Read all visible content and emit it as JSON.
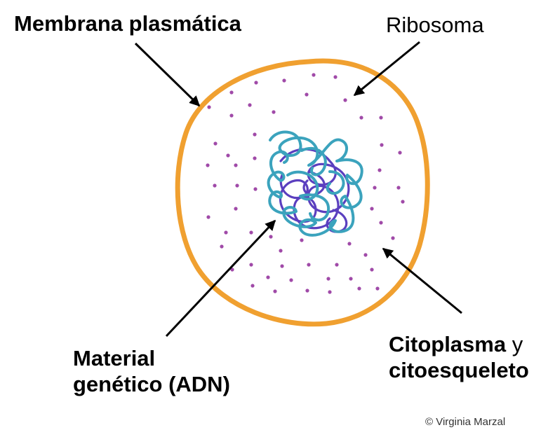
{
  "labels": {
    "membrana": "Membrana plasmática",
    "ribosoma": "Ribosoma",
    "citoplasma_bold": "Citoplasma",
    "citoplasma_join": " y",
    "citoesqueleto": "citoesqueleto",
    "material_line1": "Material",
    "material_line2": "genético (ADN)"
  },
  "credit": "© Virginia Marzal",
  "colors": {
    "membrane": "#f0a030",
    "ribosome": "#a04aa8",
    "dna_outer": "#3ba3bd",
    "dna_inner": "#5b3fbf",
    "arrow": "#000000",
    "background": "#ffffff"
  }
}
